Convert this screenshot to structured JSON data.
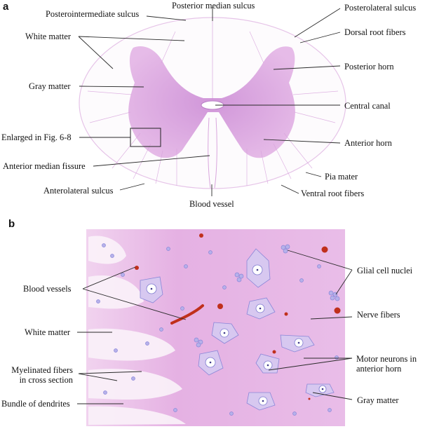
{
  "figure": {
    "panel_a": {
      "letter": "a",
      "labels": {
        "posterior_median_sulcus": "Posterior median sulcus",
        "posterointermediate_sulcus": "Posterointermediate sulcus",
        "posterolateral_sulcus": "Posterolateral sulcus",
        "white_matter": "White matter",
        "dorsal_root_fibers": "Dorsal root fibers",
        "posterior_horn": "Posterior horn",
        "gray_matter": "Gray matter",
        "central_canal": "Central canal",
        "enlarged": "Enlarged in Fig. 6-8",
        "anterior_horn": "Anterior horn",
        "anterior_median_fissure": "Anterior median fissure",
        "pia_mater": "Pia mater",
        "anterolateral_sulcus": "Anterolateral sulcus",
        "ventral_root_fibers": "Ventral root fibers",
        "blood_vessel": "Blood vessel"
      }
    },
    "panel_b": {
      "letter": "b",
      "labels": {
        "blood_vessels": "Blood vessels",
        "glial_cell_nuclei": "Glial cell nuclei",
        "nerve_fibers": "Nerve fibers",
        "white_matter": "White matter",
        "myelinated_line1": "Myelinated fibers",
        "myelinated_line2": "in cross section",
        "motor_line1": "Motor neurons in",
        "motor_line2": "anterior horn",
        "bundle_of_dendrites": "Bundle of dendrites",
        "gray_matter": "Gray matter"
      }
    },
    "colors": {
      "tissue_pink": "#e7b6e6",
      "gray_matter_pink": "#cf8fd6",
      "nucleus_blue": "#8a86d8",
      "blood_red": "#c0301c",
      "outline": "#d9a6dd"
    }
  }
}
